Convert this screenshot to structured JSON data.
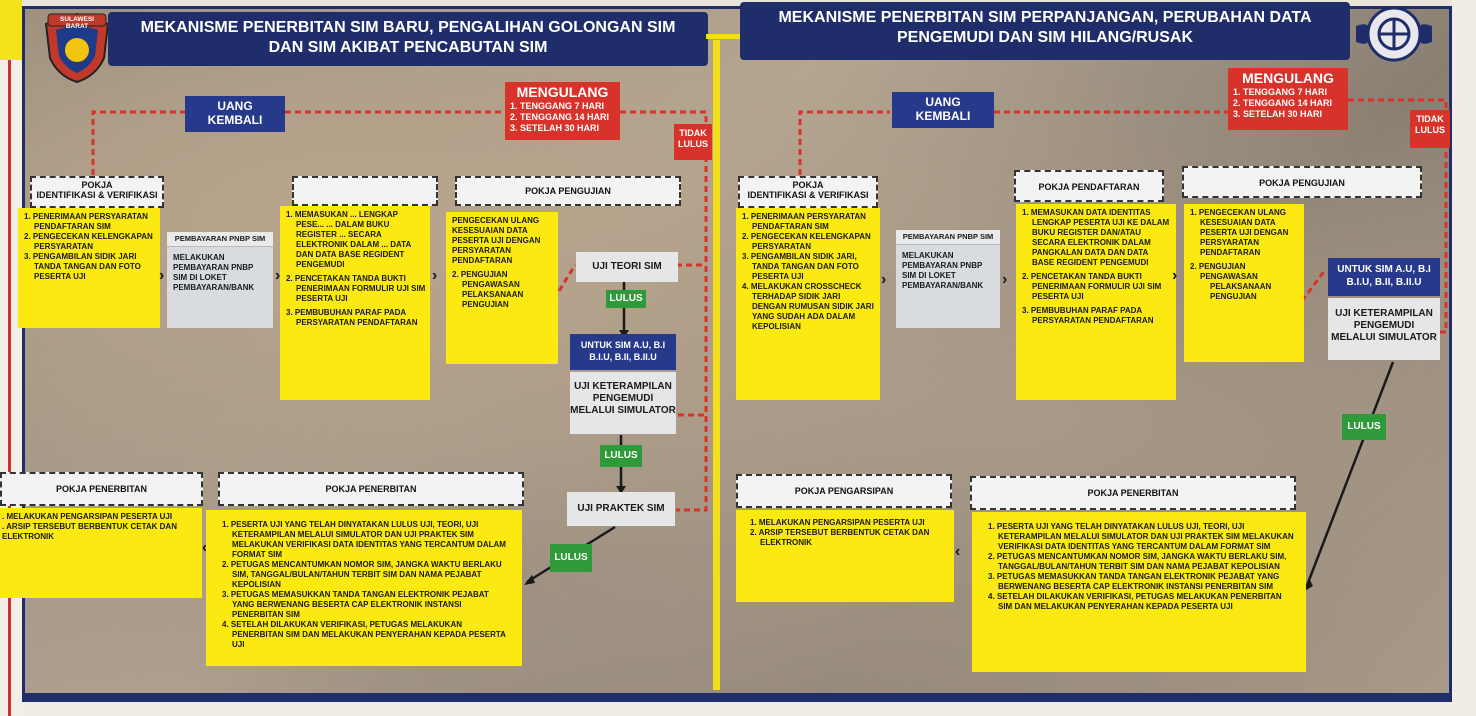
{
  "left": {
    "header": [
      "MEKANISME PENERBITAN SIM BARU, PENGALIHAN GOLONGAN SIM",
      "DAN SIM AKIBAT PENCABUTAN SIM"
    ],
    "logo_text": "SULAWESI BARAT",
    "uang_kembali": [
      "UANG",
      "KEMBALI"
    ],
    "mengulang": {
      "title": "MENGULANG",
      "items": [
        "1. TENGGANG 7 HARI",
        "2. TENGGANG 14 HARI",
        "3. SETELAH 30 HARI"
      ]
    },
    "tidak_lulus": [
      "TIDAK",
      "LULUS"
    ],
    "pokja_verif": {
      "title": [
        "POKJA",
        "IDENTIFIKASI & VERIFIKASI"
      ],
      "items": [
        "1. PENERIMAAN PERSYARATAN PENDAFTARAN SIM",
        "2. PENGECEKAN KELENGKAPAN PERSYARATAN",
        "3. PENGAMBILAN SIDIK JARI TANDA TANGAN DAN FOTO PESERTA UJI"
      ]
    },
    "pembayaran": {
      "title": "PEMBAYARAN PNBP SIM",
      "body": "MELAKUKAN PEMBAYARAN PNBP SIM DI LOKET PEMBAYARAN/BANK"
    },
    "pokja_daftar": {
      "title": "",
      "items": [
        "1. MEMASUKAN ... LENGKAP PESE... ... DALAM BUKU REGISTER ... SECARA ELEKTRONIK DALAM ... DATA DAN DATA BASE REGIDENT PENGEMUDI",
        "2. PENCETAKAN TANDA BUKTI PENERIMAAN FORMULIR UJI SIM PESERTA UJI",
        "3. PEMBUBUHAN PARAF PADA PERSYARATAN PENDAFTARAN"
      ]
    },
    "pokja_uji": {
      "title": "POKJA PENGUJIAN",
      "items": [
        "PENGECEKAN ULANG KESESUAIAN DATA PESERTA UJI DENGAN PERSYARATAN PENDAFTARAN",
        "2. PENGUJIAN",
        "PENGAWASAN PELAKSANAAN PENGUJIAN"
      ]
    },
    "uji_teori": "UJI TEORI SIM",
    "lulus": "LULUS",
    "untuk_sim": [
      "UNTUK SIM A.U, B.I",
      "B.I.U, B.II, B.II.U"
    ],
    "uji_keterampilan": [
      "UJI KETERAMPILAN",
      "PENGEMUDI",
      "MELALUI SIMULATOR"
    ],
    "uji_praktek": "UJI PRAKTEK SIM",
    "pokja_terbit_small": {
      "title": "POKJA PENERBITAN",
      "items": [
        ". MELAKUKAN PENGARSIPAN PESERTA UJI",
        ". ARSIP TERSEBUT BERBENTUK CETAK DAN",
        "ELEKTRONIK"
      ]
    },
    "pokja_terbit": {
      "title": "POKJA PENERBITAN",
      "items": [
        "1. PESERTA UJI YANG TELAH DINYATAKAN LULUS UJI, TEORI, UJI KETERAMPILAN MELALUI SIMULATOR DAN UJI PRAKTEK SIM MELAKUKAN VERIFIKASI DATA IDENTITAS YANG TERCANTUM DALAM FORMAT SIM",
        "2. PETUGAS MENCANTUMKAN NOMOR SIM, JANGKA WAKTU BERLAKU SIM, TANGGAL/BULAN/TAHUN TERBIT SIM DAN NAMA PEJABAT KEPOLISIAN",
        "3. PETUGAS MEMASUKKAN TANDA TANGAN ELEKTRONIK PEJABAT YANG BERWENANG BESERTA CAP ELEKTRONIK INSTANSI PENERBITAN SIM",
        "4. SETELAH DILAKUKAN VERIFIKASI, PETUGAS MELAKUKAN PENERBITAN SIM DAN MELAKUKAN PENYERAHAN KEPADA PESERTA UJI"
      ]
    }
  },
  "right": {
    "header": [
      "MEKANISME PENERBITAN SIM PERPANJANGAN, PERUBAHAN DATA",
      "PENGEMUDI DAN SIM HILANG/RUSAK"
    ],
    "uang_kembali": [
      "UANG",
      "KEMBALI"
    ],
    "mengulang": {
      "title": "MENGULANG",
      "items": [
        "1. TENGGANG 7 HARI",
        "2. TENGGANG 14 HARI",
        "3. SETELAH 30 HARI"
      ]
    },
    "tidak_lulus": [
      "TIDAK",
      "LULUS"
    ],
    "pokja_verif": {
      "title": [
        "POKJA",
        "IDENTIFIKASI & VERIFIKASI"
      ],
      "items": [
        "1. PENERIMAAN PERSYARATAN PENDAFTARAN SIM",
        "2. PENGECEKAN KELENGKAPAN PERSYARATAN",
        "3. PENGAMBILAN SIDIK JARI, TANDA TANGAN DAN FOTO PESERTA UJI",
        "4. MELAKUKAN CROSSCHECK TERHADAP SIDIK JARI DENGAN RUMUSAN SIDIK JARI YANG SUDAH ADA DALAM KEPOLISIAN"
      ]
    },
    "pembayaran": {
      "title": "PEMBAYARAN PNBP SIM",
      "body": "MELAKUKAN PEMBAYARAN PNBP SIM DI LOKET PEMBAYARAN/BANK"
    },
    "pokja_daftar": {
      "title": "POKJA PENDAFTARAN",
      "items": [
        "1. MEMASUKAN DATA IDENTITAS LENGKAP PESERTA UJI KE DALAM BUKU REGISTER DAN/ATAU SECARA ELEKTRONIK DALAM PANGKALAN DATA DAN DATA BASE REGIDENT PENGEMUDI",
        "2. PENCETAKAN TANDA BUKTI PENERIMAAN FORMULIR UJI SIM PESERTA UJI",
        "3. PEMBUBUHAN PARAF PADA PERSYARATAN PENDAFTARAN"
      ]
    },
    "pokja_uji": {
      "title": "POKJA PENGUJIAN",
      "items": [
        "1. PENGECEKAN ULANG KESESUAIAN DATA PESERTA UJI DENGAN PERSYARATAN PENDAFTARAN",
        "2. PENGUJIAN",
        "PENGAWASAN PELAKSANAAN PENGUJIAN"
      ]
    },
    "untuk_sim": [
      "UNTUK SIM A.U, B.I",
      "B.I.U, B.II, B.II.U"
    ],
    "uji_keterampilan": [
      "UJI KETERAMPILAN",
      "PENGEMUDI",
      "MELALUI SIMULATOR"
    ],
    "lulus": "LULUS",
    "pokja_arsip": {
      "title": "POKJA PENGARSIPAN",
      "items": [
        "1. MELAKUKAN PENGARSIPAN PESERTA UJI",
        "2. ARSIP TERSEBUT BERBENTUK CETAK DAN ELEKTRONIK"
      ]
    },
    "pokja_terbit": {
      "title": "POKJA PENERBITAN",
      "items": [
        "1. PESERTA UJI YANG TELAH DINYATAKAN LULUS UJI, TEORI, UJI KETERAMPILAN MELALUI SIMULATOR DAN UJI PRAKTEK SIM MELAKUKAN VERIFIKASI DATA IDENTITAS YANG TERCANTUM DALAM FORMAT SIM",
        "2. PETUGAS MENCANTUMKAN NOMOR SIM, JANGKA WAKTU BERLAKU SIM, TANGGAL/BULAN/TAHUN TERBIT SIM DAN NAMA PEJABAT KEPOLISIAN",
        "3. PETUGAS MEMASUKKAN TANDA TANGAN ELEKTRONIK PEJABAT YANG BERWENANG BESERTA CAP ELEKTRONIK INSTANSI PENERBITAN SIM",
        "4. SETELAH DILAKUKAN VERIFIKASI, PETUGAS MELAKUKAN PENERBITAN SIM DAN MELAKUKAN PENYERAHAN KEPADA PESERTA UJI"
      ]
    }
  },
  "colors": {
    "navy": "#1f2d6b",
    "yellow": "#fbe911",
    "red": "#d8332b",
    "green": "#2e9a3a"
  }
}
